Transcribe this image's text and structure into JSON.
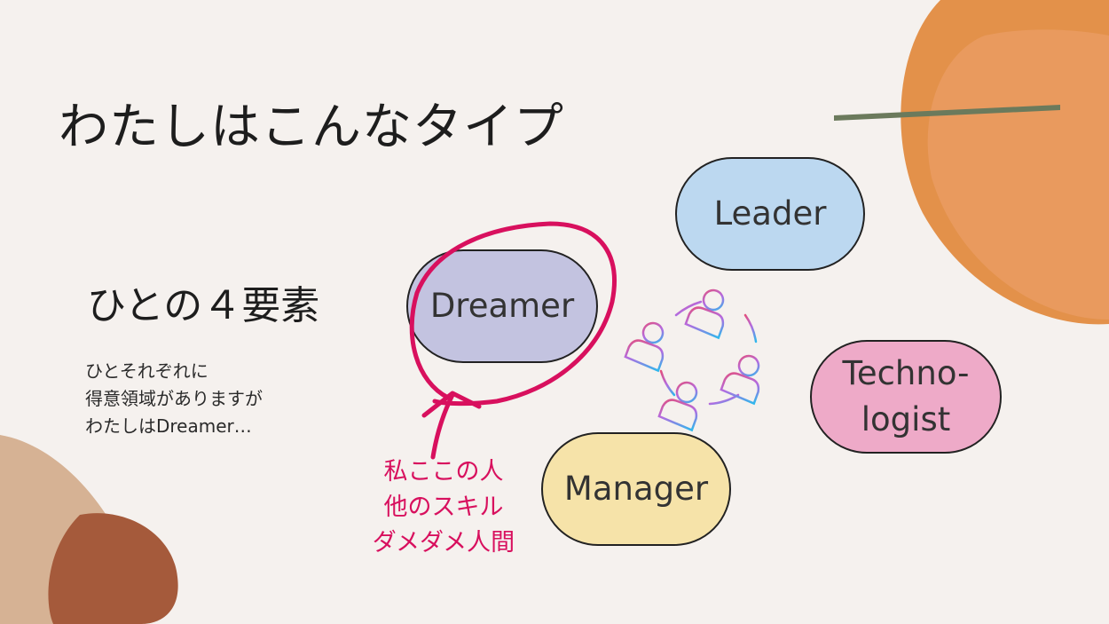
{
  "slide": {
    "title": "わたしはこんなタイプ",
    "subtitle": "ひとの４要素",
    "body_lines": [
      "ひとそれぞれに",
      "得意領域がありますが",
      "わたしはDreamer…"
    ],
    "roles": {
      "leader": "Leader",
      "dreamer": "Dreamer",
      "technologist_line1": "Techno-",
      "technologist_line2": "logist",
      "manager": "Manager"
    },
    "annotation_lines": [
      "私ここの人",
      "他のスキル",
      "ダメダメ人間"
    ],
    "icon": "team-people-circle-icon"
  },
  "colors": {
    "background": "#f5f1ee",
    "leader": "#bcd8f0",
    "dreamer": "#c3c3e0",
    "technologist": "#eeaac8",
    "manager": "#f6e3a9",
    "annotation": "#d8105e"
  }
}
